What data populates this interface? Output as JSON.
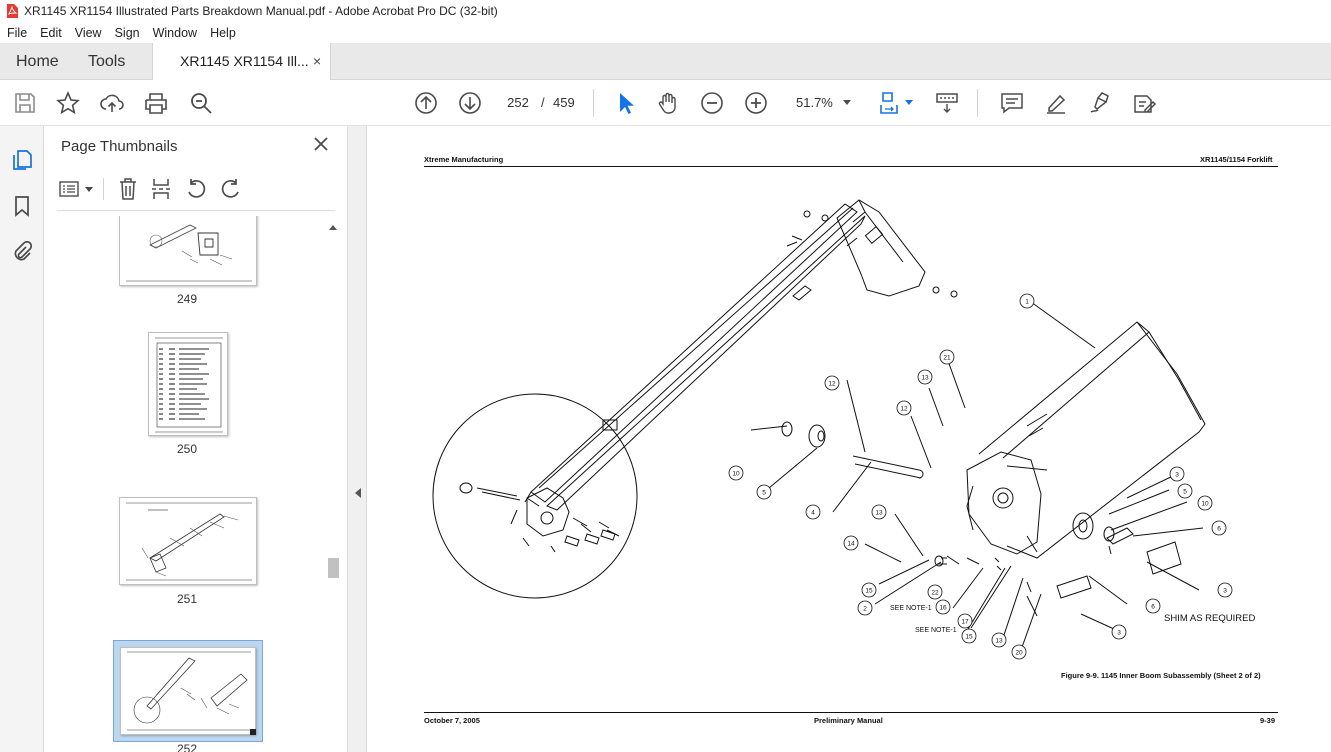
{
  "window": {
    "title": "XR1145 XR1154 Illustrated Parts Breakdown Manual.pdf - Adobe Acrobat Pro DC (32-bit)"
  },
  "menu": [
    "File",
    "Edit",
    "View",
    "Sign",
    "Window",
    "Help"
  ],
  "tabs": {
    "home": "Home",
    "tools": "Tools",
    "document": "XR1145 XR1154 Ill...",
    "close": "×"
  },
  "toolbar": {
    "current_page": "252",
    "page_separator": "/",
    "total_pages": "459",
    "zoom": "51.7%"
  },
  "thumbnails": {
    "title": "Page Thumbnails",
    "close": "×",
    "items": [
      {
        "label": "249",
        "selected": false
      },
      {
        "label": "250",
        "selected": false
      },
      {
        "label": "251",
        "selected": false
      },
      {
        "label": "252",
        "selected": true
      }
    ]
  },
  "document": {
    "header_left": "Xtreme Manufacturing",
    "header_right": "XR1145/1154 Forklift",
    "figure_caption": "Figure 9-9.  1145 Inner Boom Subassembly  (Sheet 2 of 2)",
    "footer_left": "October 7, 2005",
    "footer_center": "Preliminary Manual",
    "footer_right": "9-39",
    "notes": {
      "see_note_1a": "SEE NOTE-1",
      "see_note_1b": "SEE NOTE-1",
      "shim": "SHIM AS REQUIRED"
    },
    "callouts": [
      "1",
      "21",
      "13",
      "12",
      "12",
      "10",
      "5",
      "4",
      "3",
      "5",
      "10",
      "6",
      "3",
      "6",
      "3",
      "13",
      "14",
      "15",
      "2",
      "22",
      "16",
      "17",
      "15",
      "13",
      "20"
    ]
  },
  "colors": {
    "accent": "#1473e6",
    "icon": "#4b4b4b",
    "tab_bg": "#e9e9e9",
    "selected_thumb_bg": "#bcd6ef"
  }
}
